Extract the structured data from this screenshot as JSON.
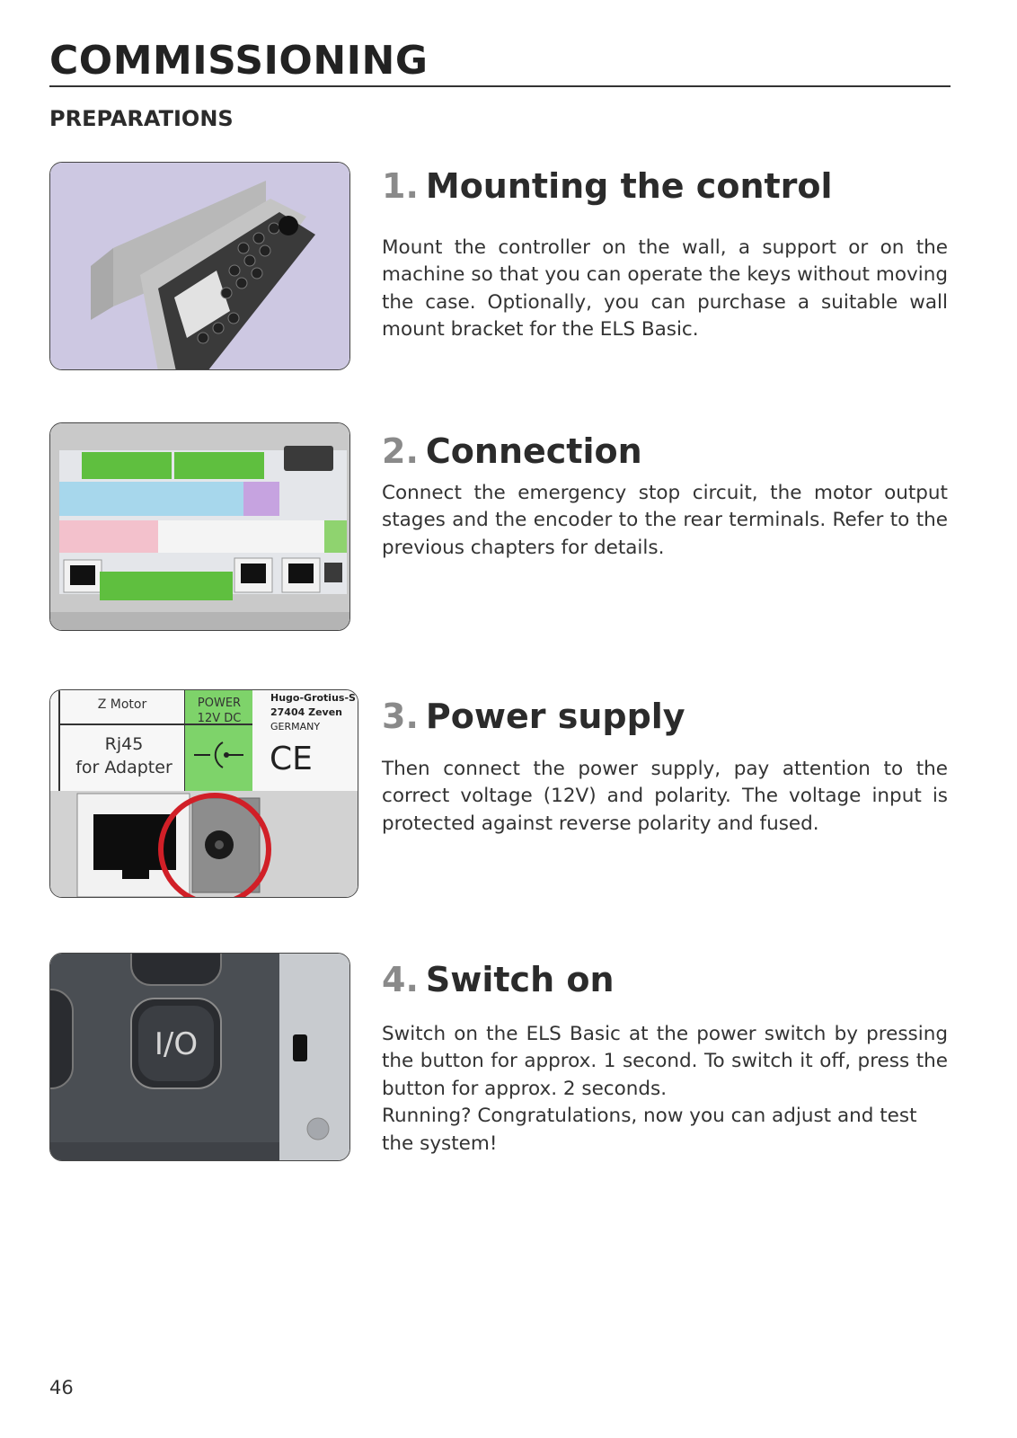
{
  "header": {
    "title": "COMMISSIONING",
    "section": "PREPARATIONS"
  },
  "steps": [
    {
      "number": "1.",
      "heading": "Mounting the control",
      "body": "Mount the controller on the wall, a support or on the machine so that you can operate the keys without moving the case. Optionally, you can purchase a suitable wall mount bracket for the ELS Basic."
    },
    {
      "number": "2.",
      "heading": "Connection",
      "body": "Connect the emergency stop circuit, the motor output stages and the encoder to the rear terminals. Refer to the previous chapters for details."
    },
    {
      "number": "3.",
      "heading": "Power supply",
      "body": "Then connect the power supply, pay attention to the correct voltage (12V) and polarity. The voltage input is protected against reverse polarity and fused."
    },
    {
      "number": "4.",
      "heading": "Switch on",
      "body": "Switch on the ELS Basic at the power switch by pressing the button for approx. 1 second. To switch it off, press the button for approx. 2 seconds.",
      "body2": "Running? Congratulations, now you can adjust and test the system!"
    }
  ],
  "photo3": {
    "z_motor": "Z Motor",
    "power": "POWER",
    "voltage": "12V DC",
    "rj45": "Rj45",
    "adapter": "for Adapter",
    "addr1": "Hugo-Grotius-S",
    "addr2": "27404 Zeven",
    "addr3": "GERMANY",
    "ce": "CE"
  },
  "photo4": {
    "switch_label": "I/O"
  },
  "footer": {
    "page_number": "46"
  }
}
